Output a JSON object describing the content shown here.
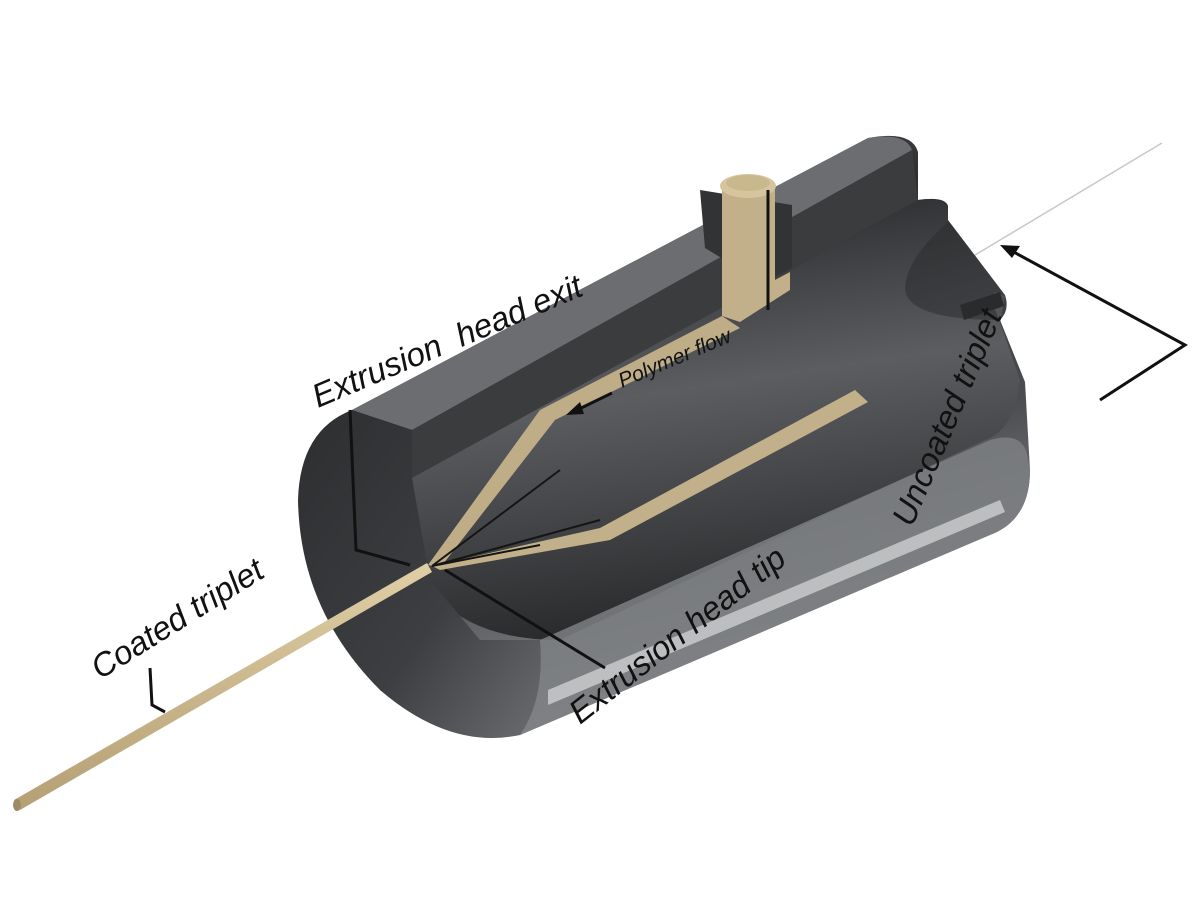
{
  "labels": {
    "extrusion_head_exit": "Extrusion  head exit",
    "polymer_flow": "Polymer flow",
    "uncoated_triplet": "Uncoated triplet",
    "coated_triplet": "Coated triplet",
    "extrusion_head_tip": "Extrusion head tip"
  },
  "colors": {
    "metal_dark": "#2e2f31",
    "metal_mid": "#55575a",
    "metal_light": "#8a8c8f",
    "polymer": "#c2b08a",
    "polymer_dark": "#a89571",
    "fiber": "#cdb98f",
    "leader": "#111111"
  }
}
